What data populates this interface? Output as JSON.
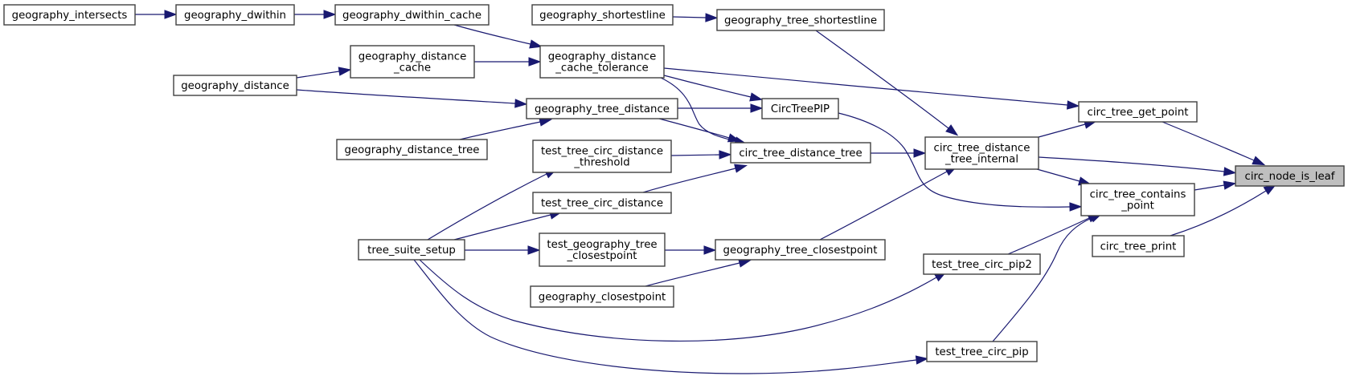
{
  "diagram": {
    "type": "call-graph",
    "target_node": "circ_node_is_leaf",
    "colors": {
      "edge": "#191970",
      "node_border": "#404040",
      "node_fill": "#ffffff",
      "target_fill": "#bfbfbf"
    },
    "nodes": [
      {
        "id": "geography_intersects",
        "lines": [
          "geography_intersects"
        ]
      },
      {
        "id": "geography_dwithin",
        "lines": [
          "geography_dwithin"
        ]
      },
      {
        "id": "geography_dwithin_cache",
        "lines": [
          "geography_dwithin_cache"
        ]
      },
      {
        "id": "geography_shortestline",
        "lines": [
          "geography_shortestline"
        ]
      },
      {
        "id": "geography_tree_shortestline",
        "lines": [
          "geography_tree_shortestline"
        ]
      },
      {
        "id": "geography_distance",
        "lines": [
          "geography_distance"
        ]
      },
      {
        "id": "geography_distance_cache",
        "lines": [
          "geography_distance",
          "_cache"
        ]
      },
      {
        "id": "geography_distance_cache_tolerance",
        "lines": [
          "geography_distance",
          "_cache_tolerance"
        ]
      },
      {
        "id": "geography_tree_distance",
        "lines": [
          "geography_tree_distance"
        ]
      },
      {
        "id": "geography_distance_tree",
        "lines": [
          "geography_distance_tree"
        ]
      },
      {
        "id": "CircTreePIP",
        "lines": [
          "CircTreePIP"
        ]
      },
      {
        "id": "test_tree_circ_distance_threshold",
        "lines": [
          "test_tree_circ_distance",
          "_threshold"
        ]
      },
      {
        "id": "circ_tree_distance_tree",
        "lines": [
          "circ_tree_distance_tree"
        ]
      },
      {
        "id": "test_tree_circ_distance",
        "lines": [
          "test_tree_circ_distance"
        ]
      },
      {
        "id": "circ_tree_distance_tree_internal",
        "lines": [
          "circ_tree_distance",
          "_tree_internal"
        ]
      },
      {
        "id": "circ_tree_get_point",
        "lines": [
          "circ_tree_get_point"
        ]
      },
      {
        "id": "circ_node_is_leaf",
        "lines": [
          "circ_node_is_leaf"
        ],
        "target": true
      },
      {
        "id": "circ_tree_contains_point",
        "lines": [
          "circ_tree_contains",
          "_point"
        ]
      },
      {
        "id": "circ_tree_print",
        "lines": [
          "circ_tree_print"
        ]
      },
      {
        "id": "tree_suite_setup",
        "lines": [
          "tree_suite_setup"
        ]
      },
      {
        "id": "test_geography_tree_closestpoint",
        "lines": [
          "test_geography_tree",
          "_closestpoint"
        ]
      },
      {
        "id": "geography_tree_closestpoint",
        "lines": [
          "geography_tree_closestpoint"
        ]
      },
      {
        "id": "geography_closestpoint",
        "lines": [
          "geography_closestpoint"
        ]
      },
      {
        "id": "test_tree_circ_pip2",
        "lines": [
          "test_tree_circ_pip2"
        ]
      },
      {
        "id": "test_tree_circ_pip",
        "lines": [
          "test_tree_circ_pip"
        ]
      }
    ],
    "edges": [
      {
        "from": "geography_intersects",
        "to": "geography_dwithin"
      },
      {
        "from": "geography_dwithin",
        "to": "geography_dwithin_cache"
      },
      {
        "from": "geography_dwithin_cache",
        "to": "geography_distance_cache_tolerance"
      },
      {
        "from": "geography_shortestline",
        "to": "geography_tree_shortestline"
      },
      {
        "from": "geography_distance",
        "to": "geography_distance_cache"
      },
      {
        "from": "geography_distance",
        "to": "geography_tree_distance"
      },
      {
        "from": "geography_distance_cache",
        "to": "geography_distance_cache_tolerance"
      },
      {
        "from": "geography_distance_cache_tolerance",
        "to": "circ_tree_get_point"
      },
      {
        "from": "geography_distance_cache_tolerance",
        "to": "CircTreePIP"
      },
      {
        "from": "geography_distance_cache_tolerance",
        "to": "circ_tree_distance_tree"
      },
      {
        "from": "geography_tree_distance",
        "to": "CircTreePIP"
      },
      {
        "from": "geography_tree_distance",
        "to": "circ_tree_distance_tree"
      },
      {
        "from": "geography_distance_tree",
        "to": "geography_tree_distance"
      },
      {
        "from": "geography_tree_shortestline",
        "to": "circ_tree_distance_tree_internal"
      },
      {
        "from": "CircTreePIP",
        "to": "circ_tree_contains_point"
      },
      {
        "from": "test_tree_circ_distance_threshold",
        "to": "circ_tree_distance_tree"
      },
      {
        "from": "test_tree_circ_distance",
        "to": "circ_tree_distance_tree"
      },
      {
        "from": "circ_tree_distance_tree",
        "to": "circ_tree_distance_tree_internal"
      },
      {
        "from": "circ_tree_distance_tree_internal",
        "to": "circ_tree_get_point"
      },
      {
        "from": "circ_tree_distance_tree_internal",
        "to": "circ_node_is_leaf"
      },
      {
        "from": "circ_tree_distance_tree_internal",
        "to": "circ_tree_contains_point"
      },
      {
        "from": "circ_tree_get_point",
        "to": "circ_node_is_leaf"
      },
      {
        "from": "circ_tree_contains_point",
        "to": "circ_node_is_leaf"
      },
      {
        "from": "circ_tree_print",
        "to": "circ_node_is_leaf"
      },
      {
        "from": "tree_suite_setup",
        "to": "test_tree_circ_distance_threshold"
      },
      {
        "from": "tree_suite_setup",
        "to": "test_tree_circ_distance"
      },
      {
        "from": "tree_suite_setup",
        "to": "test_geography_tree_closestpoint"
      },
      {
        "from": "tree_suite_setup",
        "to": "test_tree_circ_pip2"
      },
      {
        "from": "tree_suite_setup",
        "to": "test_tree_circ_pip"
      },
      {
        "from": "test_geography_tree_closestpoint",
        "to": "geography_tree_closestpoint"
      },
      {
        "from": "geography_closestpoint",
        "to": "geography_tree_closestpoint"
      },
      {
        "from": "geography_tree_closestpoint",
        "to": "circ_tree_distance_tree_internal"
      },
      {
        "from": "test_tree_circ_pip2",
        "to": "circ_tree_contains_point"
      },
      {
        "from": "test_tree_circ_pip",
        "to": "circ_tree_contains_point"
      }
    ]
  }
}
